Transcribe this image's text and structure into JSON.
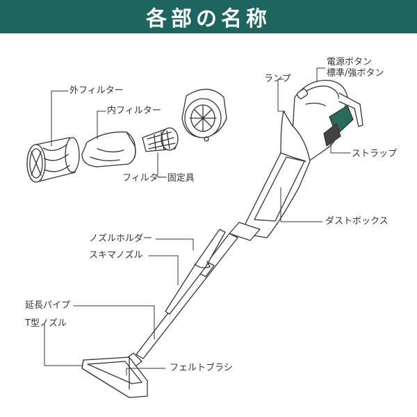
{
  "header": {
    "title": "各部の名称",
    "bg_color": "#1e6560"
  },
  "labels": {
    "outer_filter": "外フィルター",
    "inner_filter": "内フィルター",
    "filter_fixture": "フィルター固定具",
    "power_button": "電源ボタン",
    "standard_strong_button": "標準/強ボタン",
    "lamp": "ランプ",
    "strap": "ストラップ",
    "dust_box": "ダストボックス",
    "nozzle_holder": "ノズルホルダー",
    "crevice_nozzle": "スキマノズル",
    "extension_pipe": "延長パイプ",
    "t_nozzle": "T型ノズル",
    "felt_brush": "フェルトブラシ"
  },
  "colors": {
    "line": "#333333",
    "accent_green": "#2a6a5a"
  }
}
